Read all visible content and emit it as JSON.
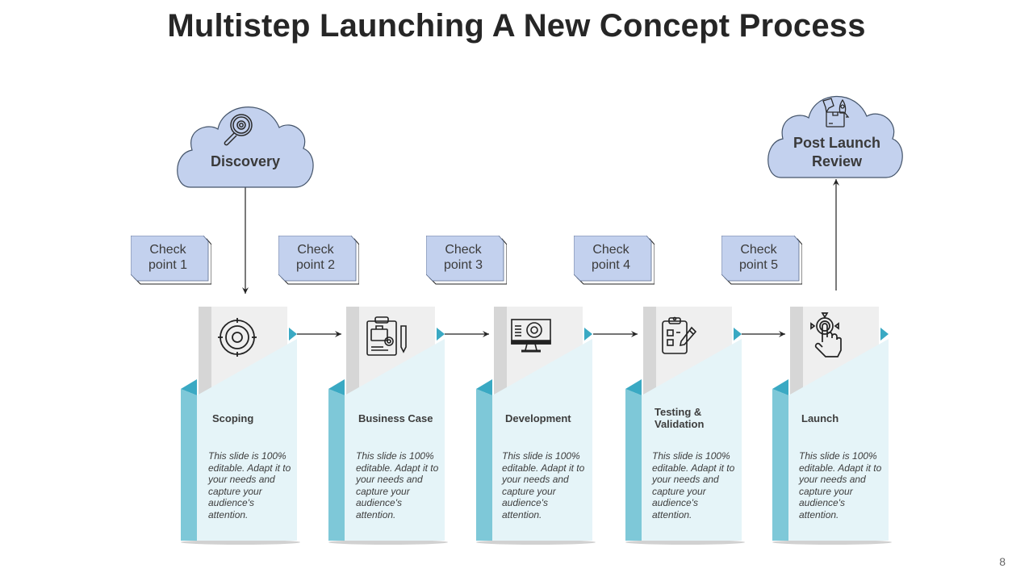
{
  "title": "Multistep Launching A New Concept Process",
  "page_number": "8",
  "colors": {
    "cloud_fill": "#c3d1ee",
    "checkpoint_fill": "#c3d1ee",
    "teal_dark": "#3aa9c3",
    "teal_side": "#7ec8d8",
    "card_body": "#e5f4f8",
    "card_tab": "#efefef",
    "card_tab_strip": "#d6d6d6"
  },
  "clouds": [
    {
      "label": "Discovery",
      "icon": "magnifier-gear-icon"
    },
    {
      "label_line1": "Post Launch",
      "label_line2": "Review",
      "icon": "launch-review-icon"
    }
  ],
  "checkpoints": [
    {
      "line1": "Check",
      "line2": "point 1"
    },
    {
      "line1": "Check",
      "line2": "point 2"
    },
    {
      "line1": "Check",
      "line2": "point 3"
    },
    {
      "line1": "Check",
      "line2": "point 4"
    },
    {
      "line1": "Check",
      "line2": "point 5"
    }
  ],
  "steps": [
    {
      "title": "Scoping",
      "icon": "target-icon",
      "description": "This slide is 100% editable. Adapt it to your needs and capture your audience's attention."
    },
    {
      "title": "Business  Case",
      "icon": "clipboard-briefcase-icon",
      "description": "This slide is 100% editable. Adapt it to your needs and capture your audience's attention."
    },
    {
      "title": "Development",
      "icon": "monitor-gear-icon",
      "description": "This slide is 100% editable. Adapt it to your needs and capture your audience's attention."
    },
    {
      "title_line1": "Testing &",
      "title_line2": "Validation",
      "icon": "clipboard-checklist-icon",
      "description": "This slide is 100% editable. Adapt it to your needs and capture your audience's attention."
    },
    {
      "title": "Launch",
      "icon": "touch-hand-icon",
      "description": "This slide is 100% editable. Adapt it to your needs and capture your audience's attention."
    }
  ]
}
